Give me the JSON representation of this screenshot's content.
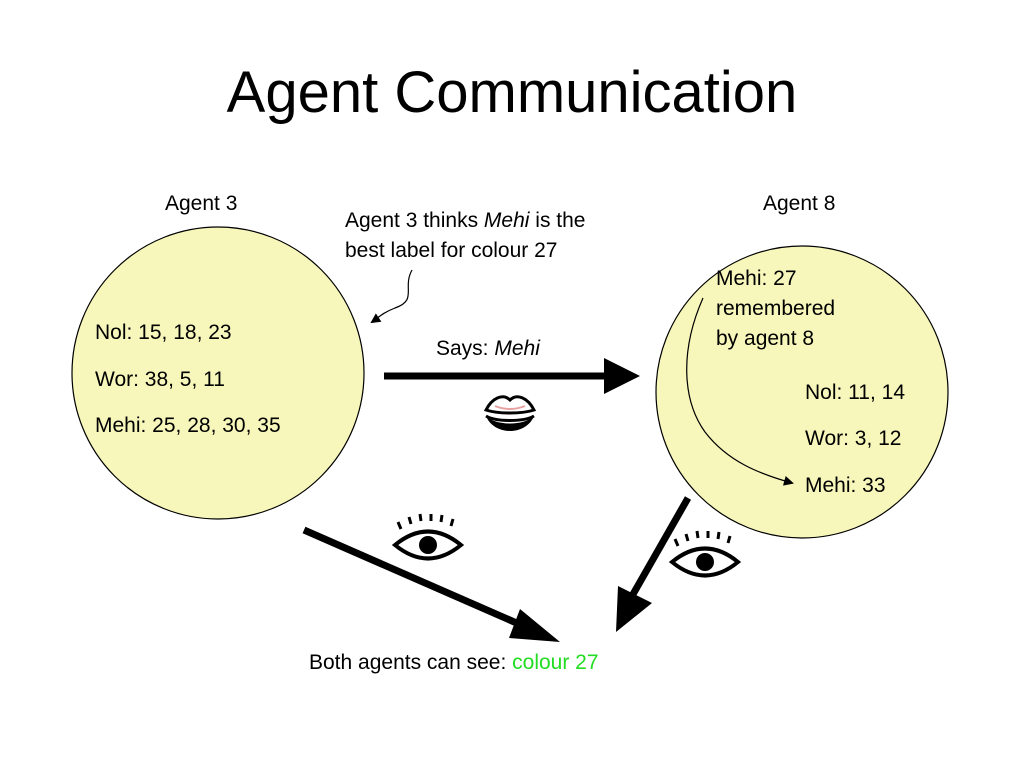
{
  "title": "Agent Communication",
  "agent3": {
    "label": "Agent 3",
    "lexicon": [
      "Nol: 15, 18, 23",
      "Wor: 38, 5, 11",
      "Mehi: 25, 28, 30, 35"
    ]
  },
  "agent8": {
    "label": "Agent 8",
    "memory": [
      "Mehi: 27",
      "remembered",
      "by agent 8"
    ],
    "lexicon": [
      "Nol: 11, 14",
      "Wor: 3, 12",
      "Mehi: 33"
    ]
  },
  "thought": {
    "prefix": "Agent 3 thinks ",
    "word": "Mehi",
    "suffix": " is the",
    "line2": "best label for colour 27"
  },
  "says": {
    "prefix": "Says: ",
    "word": "Mehi"
  },
  "bottom": {
    "prefix": "Both agents can see: ",
    "highlight": "colour 27"
  },
  "colors": {
    "circle_fill": "#f7f6bb",
    "circle_stroke": "#000000",
    "highlight": "#22dd22",
    "lips": "#e8a0a0"
  },
  "icons": {
    "speech": "lips-icon",
    "sight": "eye-icon"
  }
}
